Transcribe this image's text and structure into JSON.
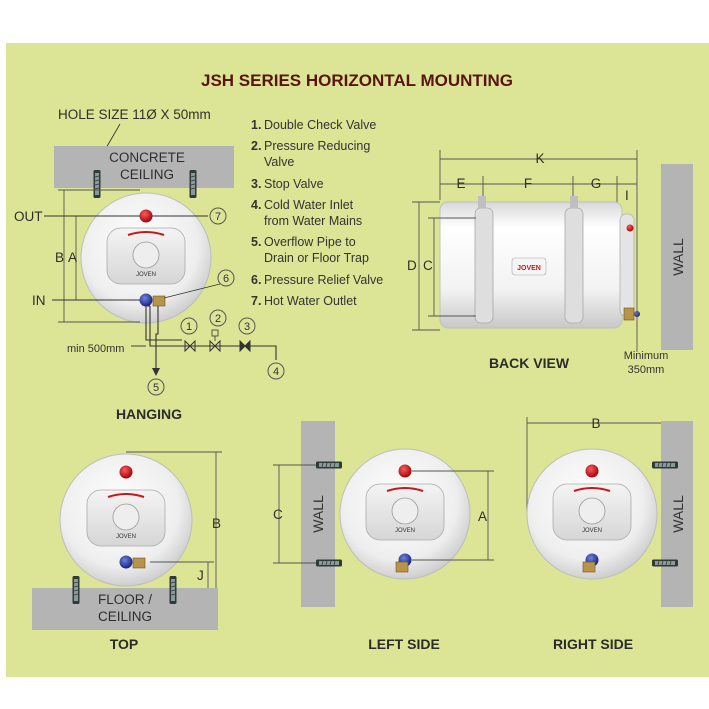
{
  "title": "JSH SERIES HORIZONTAL MOUNTING",
  "hole_size": "HOLE SIZE 11Ø X 50mm",
  "concrete_ceiling": [
    "CONCRETE",
    "CEILING"
  ],
  "floor_ceiling": [
    "FLOOR /",
    "CEILING"
  ],
  "wall_label": "WALL",
  "brand": "JOVEN",
  "ports": {
    "out": "OUT",
    "in": "IN"
  },
  "min_500": "min 500mm",
  "min_350": [
    "Minimum",
    "350mm"
  ],
  "legend": [
    {
      "num": "1.",
      "lines": [
        "Double Check Valve"
      ]
    },
    {
      "num": "2.",
      "lines": [
        "Pressure Reducing",
        "Valve"
      ]
    },
    {
      "num": "3.",
      "lines": [
        "Stop Valve"
      ]
    },
    {
      "num": "4.",
      "lines": [
        "Cold Water Inlet",
        "from Water Mains"
      ]
    },
    {
      "num": "5.",
      "lines": [
        "Overflow Pipe to",
        "Drain or Floor Trap"
      ]
    },
    {
      "num": "6.",
      "lines": [
        "Pressure Relief Valve"
      ]
    },
    {
      "num": "7.",
      "lines": [
        "Hot Water Outlet"
      ]
    }
  ],
  "callouts": [
    "1",
    "2",
    "3",
    "4",
    "5",
    "6",
    "7"
  ],
  "dimensions": {
    "A": "A",
    "B": "B",
    "C": "C",
    "D": "D",
    "E": "E",
    "F": "F",
    "G": "G",
    "I": "I",
    "J": "J",
    "K": "K"
  },
  "captions": {
    "hanging": "HANGING",
    "back_view": "BACK VIEW",
    "top": "TOP",
    "left_side": "LEFT SIDE",
    "right_side": "RIGHT SIDE"
  },
  "colors": {
    "background": "#dce596",
    "title": "#5a1410",
    "hot_valve": "#c8161c",
    "cold_valve": "#2d3e9e",
    "wall": "#b4b4b4"
  }
}
